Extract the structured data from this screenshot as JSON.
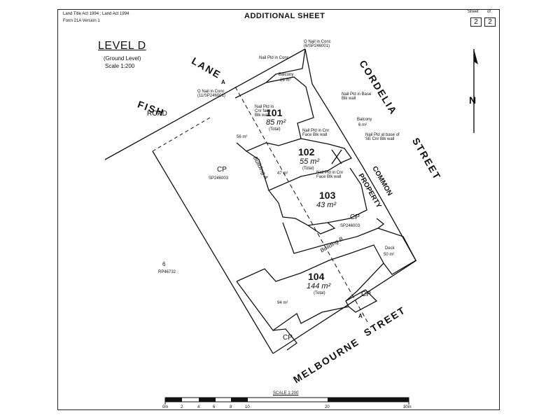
{
  "header": {
    "acts": "Land Title Act 1994 ; Land Act 1994",
    "form": "Form 21A Version 1",
    "title": "ADDITIONAL SHEET",
    "sheet_label": "Sheet",
    "of_label": "of",
    "sheet_num": "2",
    "sheet_total": "2"
  },
  "level": {
    "title": "LEVEL D",
    "subtitle": "(Ground Level)",
    "scale": "Scale 1:200"
  },
  "streets": {
    "fish": "FISH",
    "lane": "LANE",
    "road": "ROAD",
    "cordelia": "CORDELIA",
    "street_right": "STREET",
    "melbourne": "MELBOURNE",
    "street_bottom": "STREET"
  },
  "lots": [
    {
      "num": "101",
      "area": "85 m²",
      "total": "(Total)",
      "sub": "56 m²"
    },
    {
      "num": "102",
      "area": "55 m²",
      "total": "(Total)",
      "sub": "47 m²"
    },
    {
      "num": "103",
      "area": "43 m²",
      "total": "",
      "sub": ""
    },
    {
      "num": "104",
      "area": "144 m²",
      "total": "(Total)",
      "sub": "94 m²"
    }
  ],
  "labels": {
    "cp_main": "CP",
    "sp_main": "SP246003",
    "cp_small": "CP",
    "sp_small": "SP246003",
    "common1": "COMMON",
    "common2": "PROPERTY",
    "lot6": "6",
    "rp": "RP46732",
    "building_a": "Building A",
    "building_b": "Building B",
    "balcony1": "Balcony",
    "balcony1_area": "29 m²",
    "balcony2": "Balcony",
    "balcony2_area": "6 m²",
    "deck": "Deck",
    "deck_area": "50 m²",
    "cp_box1": "CP",
    "cp_box2": "CP",
    "mark_a": "A",
    "mark_a2": "A'",
    "north": "N",
    "note_left": "O Nail in Conc (11/SP246001)",
    "note_top": "O Nail in Conc (6/SP246001)",
    "note_nail": "Nail Pld in Conc",
    "note_base": "Nail Pld in Base Blk wall",
    "note_base2": "Nail Pld at base of SE Cnr Blk wall",
    "note_face1": "Nail Pld in Cnr Face Blk wall",
    "note_face2": "Nail Pld in Cnr Face Blk wall",
    "note_nail_pld": "Nail Pld in Cnr face Blk wall"
  },
  "scalebar": {
    "title": "SCALE 1:200",
    "ticks": [
      "0m",
      "2",
      "4",
      "6",
      "8",
      "10",
      "20",
      "30m"
    ]
  }
}
